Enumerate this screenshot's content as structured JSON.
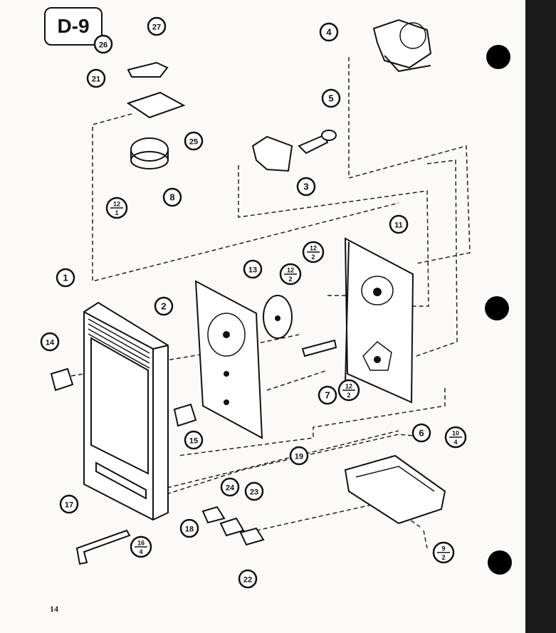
{
  "page_tag": "D-9",
  "page_number": "14",
  "callouts": [
    {
      "id": "c1",
      "label": "1"
    },
    {
      "id": "c2",
      "label": "2"
    },
    {
      "id": "c3",
      "label": "3"
    },
    {
      "id": "c4",
      "label": "4"
    },
    {
      "id": "c5",
      "label": "5"
    },
    {
      "id": "c6",
      "label": "6"
    },
    {
      "id": "c7",
      "label": "7"
    },
    {
      "id": "c8",
      "label": "8"
    },
    {
      "id": "c11",
      "label": "11"
    },
    {
      "id": "c13",
      "label": "13"
    },
    {
      "id": "c14",
      "label": "14"
    },
    {
      "id": "c15",
      "label": "15"
    },
    {
      "id": "c17",
      "label": "17"
    },
    {
      "id": "c18",
      "label": "18"
    },
    {
      "id": "c19",
      "label": "19"
    },
    {
      "id": "c21",
      "label": "21"
    },
    {
      "id": "c22",
      "label": "22"
    },
    {
      "id": "c23",
      "label": "23"
    },
    {
      "id": "c24",
      "label": "24"
    },
    {
      "id": "c25",
      "label": "25"
    },
    {
      "id": "c26",
      "label": "26"
    },
    {
      "id": "c27",
      "label": "27"
    }
  ],
  "fraction_callouts": [
    {
      "id": "f12_1",
      "top": "12",
      "bottom": "1"
    },
    {
      "id": "f12_2a",
      "top": "12",
      "bottom": "2"
    },
    {
      "id": "f12_2b",
      "top": "12",
      "bottom": "2"
    },
    {
      "id": "f12_2c",
      "top": "12",
      "bottom": "2"
    },
    {
      "id": "f10_4",
      "top": "10",
      "bottom": "4"
    },
    {
      "id": "f16_4",
      "top": "16",
      "bottom": "4"
    },
    {
      "id": "f9_2",
      "top": "9",
      "bottom": "2"
    }
  ],
  "colors": {
    "ink": "#111111",
    "paper": "#fbfaf7",
    "binder_hole": "#000000"
  }
}
